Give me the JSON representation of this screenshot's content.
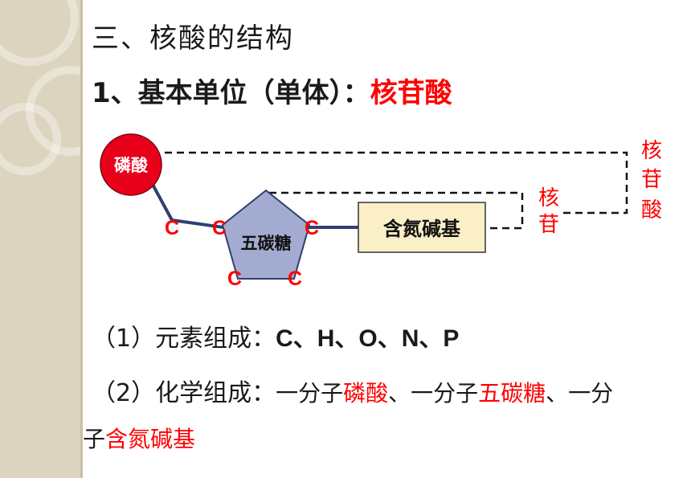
{
  "title": "三、核酸的结构",
  "subtitle": {
    "prefix": "1、基本单位（单体）：",
    "highlight": "核苷酸"
  },
  "diagram": {
    "phosphate": "磷酸",
    "sugar": "五碳糖",
    "base": "含氮碱基",
    "carbon": "C",
    "nucleoside_chars": [
      "核",
      "苷"
    ],
    "nucleotide_chars": [
      "核",
      "苷",
      "酸"
    ]
  },
  "element_composition": {
    "label": "（1）元素组成：",
    "value": "C、H、O、N、P"
  },
  "chemical_composition": {
    "label": "（2）化学组成：",
    "part1": "一分子",
    "phosphate": "磷酸",
    "sep1": "、一分子",
    "sugar": "五碳糖",
    "sep2": "、一分",
    "part3": "子",
    "base": "含氮碱基"
  },
  "colors": {
    "red": "#ff0000",
    "phosphate_fill": "#e8001a",
    "pentagon_fill": "#a3abd0",
    "pentagon_stroke": "#2f3f70",
    "base_fill": "#fbefc7",
    "sidebar": "#dcd4be"
  }
}
